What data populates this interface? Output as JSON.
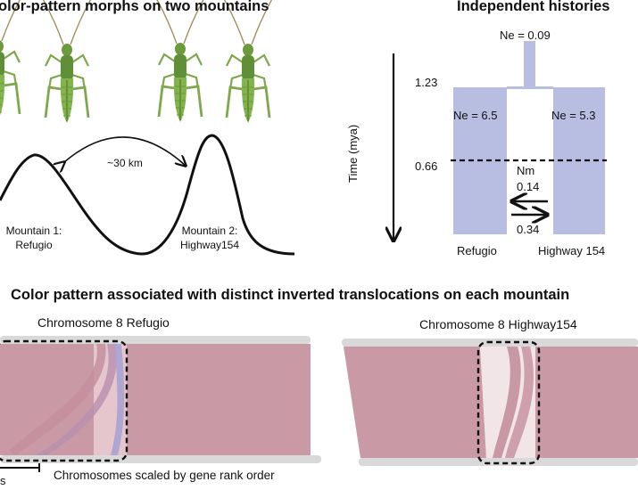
{
  "panel_a": {
    "title": "olor-pattern morphs on two mountains",
    "distance": "~30 km",
    "mountain1_line1": "Mountain 1:",
    "mountain1_line2": "Refugio",
    "mountain2_line1": "Mountain 2:",
    "mountain2_line2": "Highway154"
  },
  "panel_b": {
    "title": "Independent histories",
    "axis_label": "Time (mya)",
    "tick_upper": "1.23",
    "tick_lower": "0.66",
    "ne_ancestral": "Ne = 0.09",
    "ne_left": "Ne = 6.5",
    "ne_right": "Ne = 5.3",
    "migration_label": "Nm",
    "mig_upper": "0.14",
    "mig_lower": "0.34",
    "pop_left": "Refugio",
    "pop_right": "Highway 154",
    "colors": {
      "population": "#b8bee2"
    }
  },
  "panel_c": {
    "title": "Color pattern associated with distinct inverted translocations on each mountain",
    "left_chrom": "Chromosome 8 Refugio",
    "right_chrom": "Chromosome 8 Highway154",
    "footnote": "Chromosomes scaled by gene rank order",
    "scale_fragment": "s",
    "colors": {
      "ribbon": "#c99aa6",
      "chromosome": "#d9d9d9"
    }
  }
}
